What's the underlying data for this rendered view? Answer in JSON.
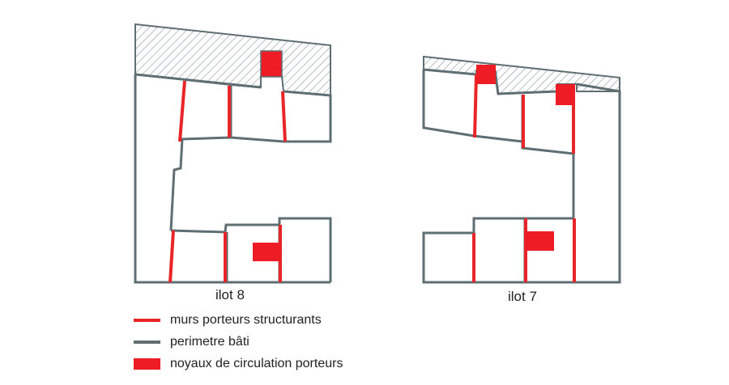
{
  "plans": {
    "left_label": "ilot 8",
    "right_label": "ilot 7"
  },
  "legend": [
    {
      "label": "murs porteurs structurants",
      "icon": "red-line-swatch",
      "color": "#e8262a"
    },
    {
      "label": "perimetre bâti",
      "icon": "grey-line-swatch",
      "color": "#5f6e73"
    },
    {
      "label": "noyaux de circulation porteurs",
      "icon": "red-block-swatch",
      "color": "#ee1c24"
    }
  ],
  "colors": {
    "perimeter": "#5f6e73",
    "structural_wall": "#e8262a",
    "core": "#ee1c24",
    "hatch": "#8a9498"
  }
}
